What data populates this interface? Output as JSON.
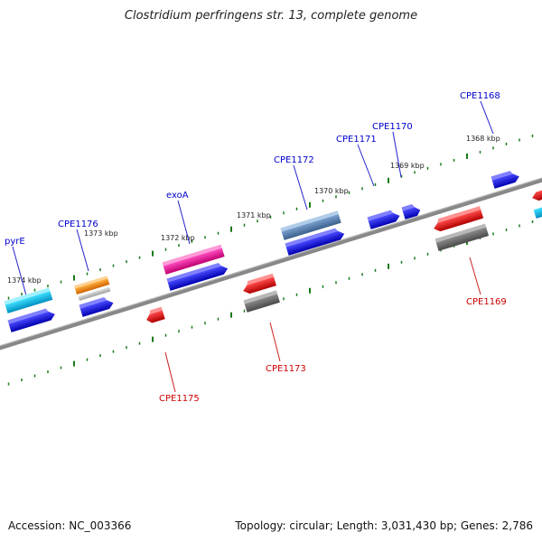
{
  "title": "Clostridium perfringens str. 13, complete genome",
  "footer": {
    "accession": "Accession: NC_003366",
    "genome_info": "Topology: circular; Length: 3,031,430 bp; Genes: 2,786"
  },
  "tick_labels": [
    "1374 kbp",
    "1373 kbp",
    "1372 kbp",
    "1371 kbp",
    "1370 kbp",
    "1369 kbp",
    "1368 kbp"
  ],
  "genes_top": [
    "pyrE",
    "CPE1176",
    "exoA",
    "CPE1172",
    "CPE1171",
    "CPE1170",
    "CPE1168"
  ],
  "genes_bottom": [
    "CPE1175",
    "CPE1173",
    "CPE1169"
  ],
  "colors": {
    "label_top": "#0000cc",
    "label_bottom": "#cc0000",
    "tick": "#1a7a1a",
    "backbone": "#888888"
  }
}
